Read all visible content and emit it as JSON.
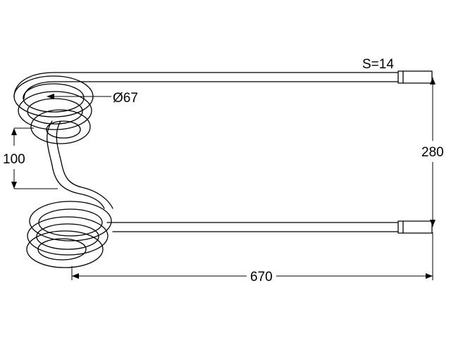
{
  "labels": {
    "wire_size": "S=14",
    "coil_diameter": "Ø67",
    "coil_offset": "100",
    "tine_spacing": "280",
    "tine_length": "670"
  }
}
